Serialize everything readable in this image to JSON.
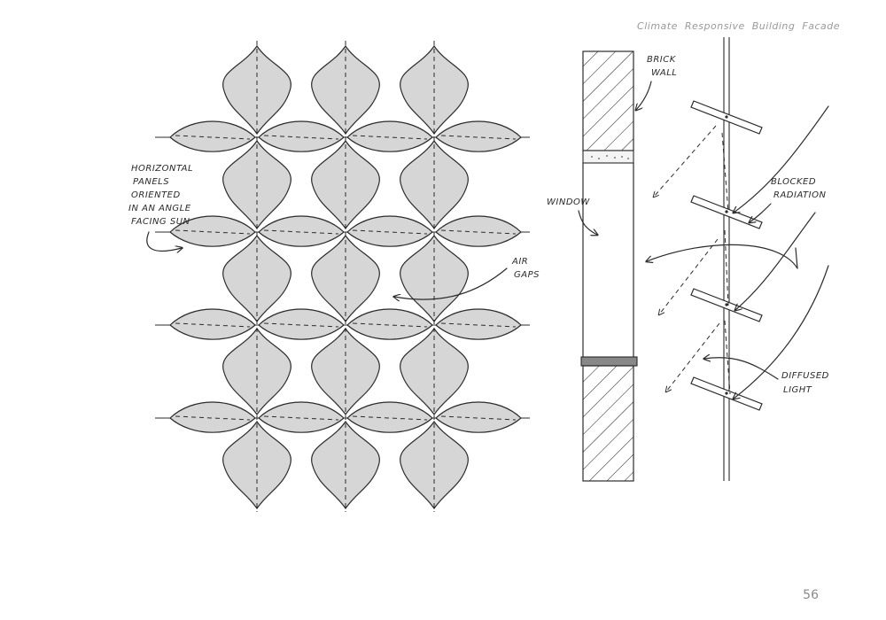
{
  "header": {
    "title": "Climate  Responsive  Building  Facade"
  },
  "page": {
    "number": "56"
  },
  "annotations": {
    "horizontal_panels": [
      "HORIZONTAL",
      "PANELS",
      "ORIENTED",
      "IN AN ANGLE",
      "FACING SUN"
    ],
    "air_gaps": [
      "AIR",
      "GAPS"
    ],
    "brick_wall": [
      "BRICK",
      "WALL"
    ],
    "window": "WINDOW",
    "blocked_radiation": [
      "BLOCKED",
      "RADIATION"
    ],
    "diffused_light": [
      "DIFFUSED",
      "LIGHT"
    ]
  },
  "colors": {
    "panel_fill": "#d6d6d6",
    "ink": "#2b2b2b",
    "header_text": "#9a9a9a"
  }
}
